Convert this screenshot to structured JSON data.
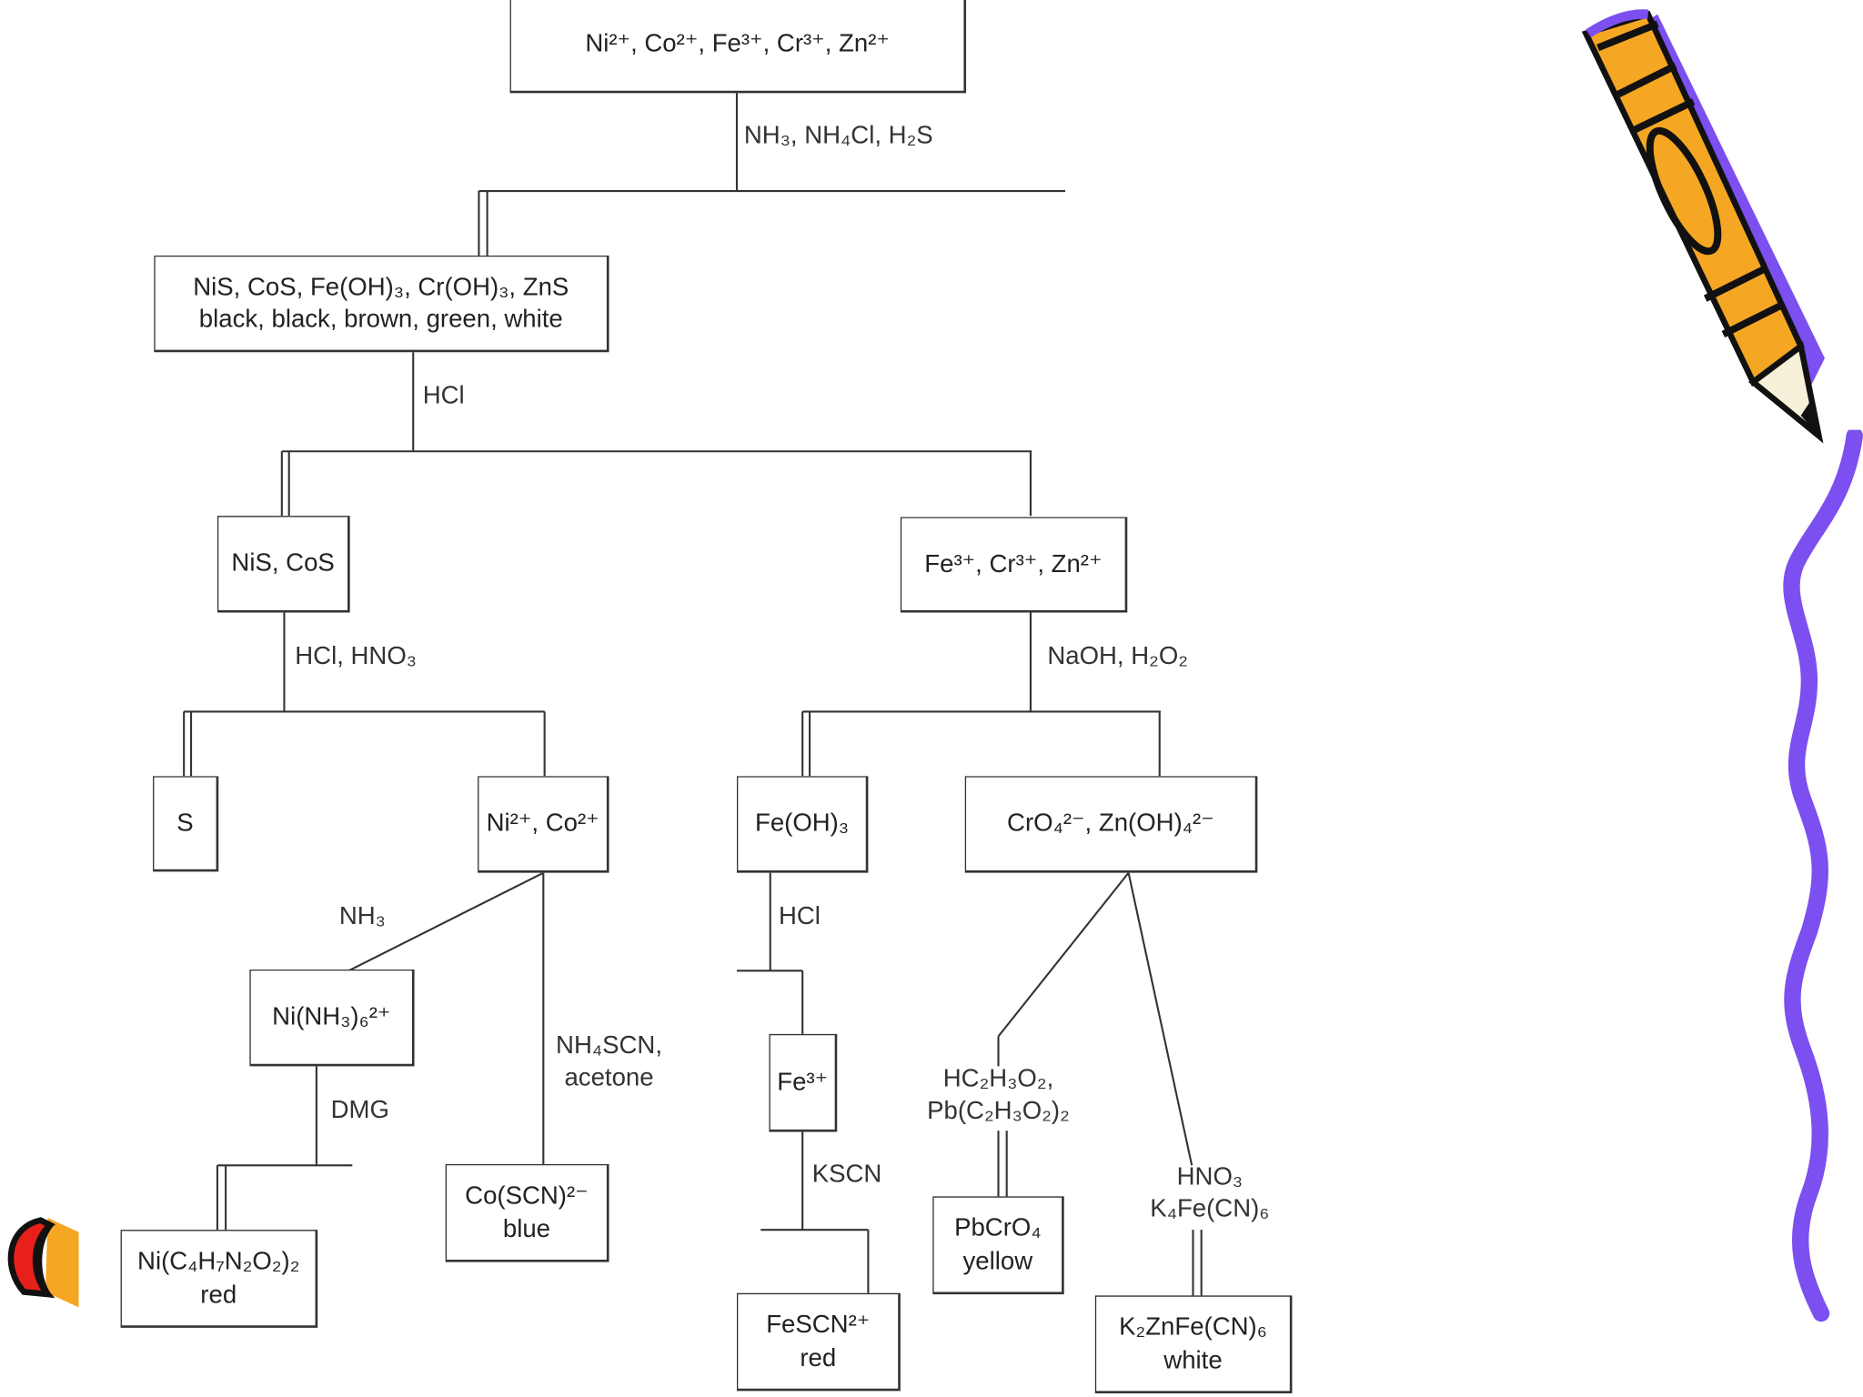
{
  "nodes": {
    "top": [
      "Ni²⁺, Co²⁺, Fe³⁺, Cr³⁺, Zn²⁺"
    ],
    "precipitates": [
      "NiS, CoS, Fe(OH)₃, Cr(OH)₃, ZnS",
      "black, black, brown, green, white"
    ],
    "nis_cos": [
      "NiS, CoS"
    ],
    "fe_cr_zn": [
      "Fe³⁺, Cr³⁺, Zn²⁺"
    ],
    "sulfur": [
      "S"
    ],
    "ni_co": [
      "Ni²⁺, Co²⁺"
    ],
    "feoh3": [
      "Fe(OH)₃"
    ],
    "cro4_znoh4": [
      "CrO₄²⁻, Zn(OH)₄²⁻"
    ],
    "ni_nh3": [
      "Ni(NH₃)₆²⁺"
    ],
    "fe3": [
      "Fe³⁺"
    ],
    "co_scn": [
      "Co(SCN)²⁻",
      "blue"
    ],
    "pbcro4": [
      "PbCrO₄",
      "yellow"
    ],
    "ni_dmg": [
      "Ni(C₄H₇N₂O₂)₂",
      "red"
    ],
    "fescn": [
      "FeSCN²⁺",
      "red"
    ],
    "k2znfecn6": [
      "K₂ZnFe(CN)₆",
      "white"
    ]
  },
  "reagents": {
    "r1": "NH₃, NH₄Cl, H₂S",
    "r2": "HCl",
    "r3": "HCl, HNO₃",
    "r4": "NaOH, H₂O₂",
    "r5": "NH₃",
    "r6": [
      "NH₄SCN,",
      "acetone"
    ],
    "r7": "HCl",
    "r8": "DMG",
    "r9": "KSCN",
    "r10": [
      "HC₂H₃O₂,",
      "Pb(C₂H₃O₂)₂"
    ],
    "r11": [
      "HNO₃",
      "K₄Fe(CN)₆"
    ]
  },
  "colors": {
    "line": "#333333",
    "pencil_body": "#f5a623",
    "pencil_shade": "#7b4ff0",
    "squiggle": "#7b4ff0",
    "eraser_red": "#e8201a"
  },
  "icons": [
    "pencil-icon",
    "squiggle-decoration",
    "pencil-stub-icon"
  ]
}
